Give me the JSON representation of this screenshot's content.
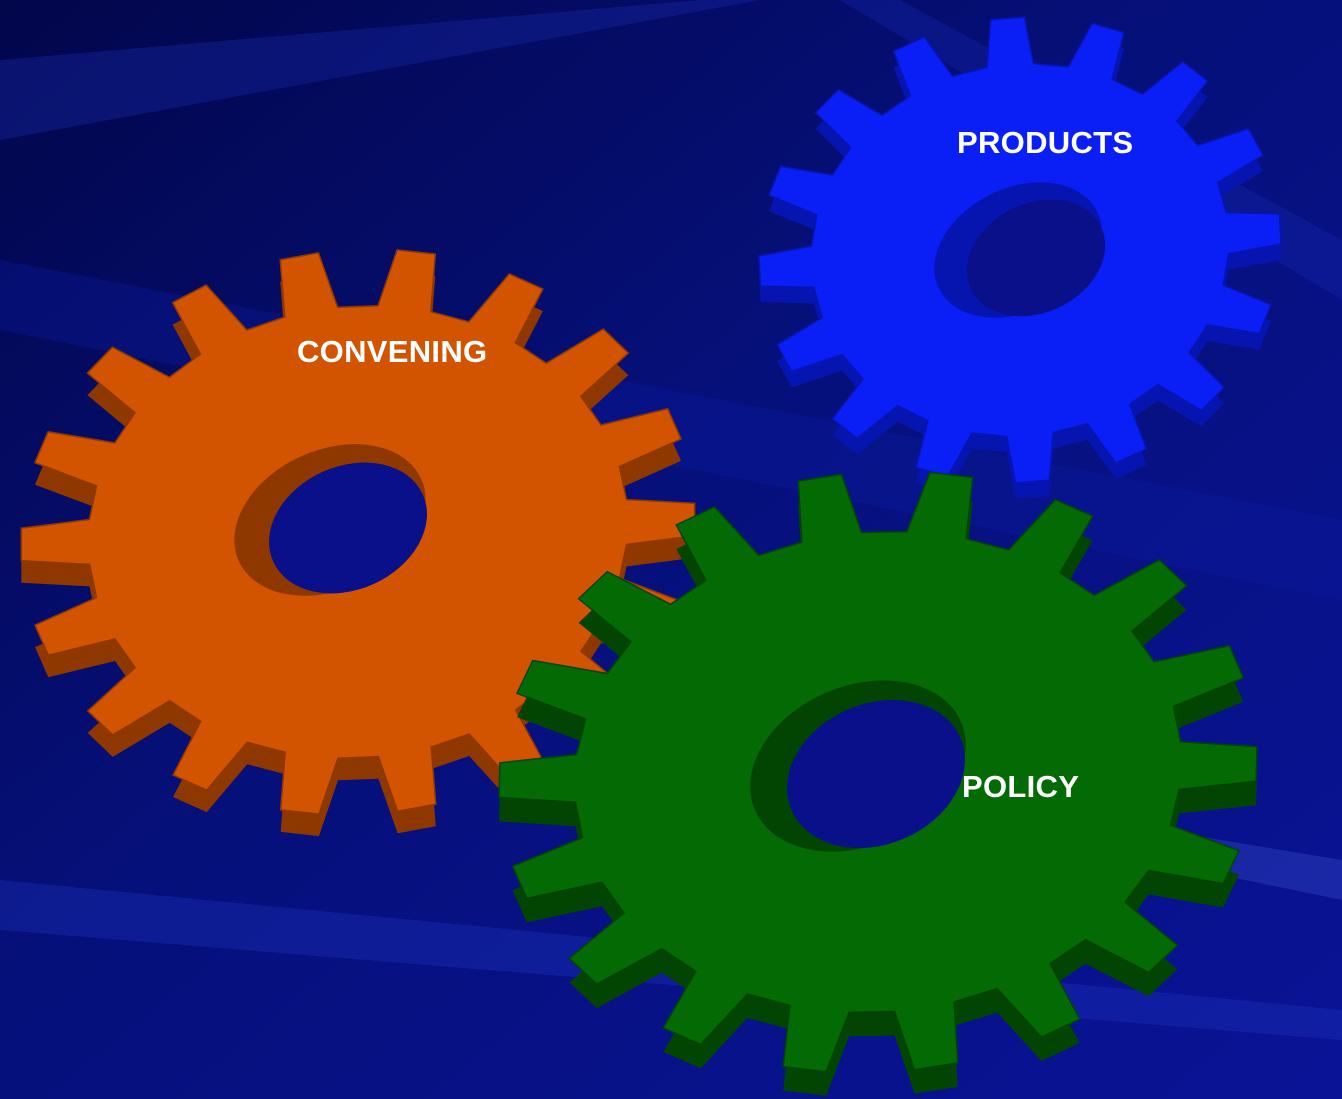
{
  "gears": [
    {
      "id": "products",
      "label": "PRODUCTS",
      "color": "#0a1ff5",
      "shade": "#0715b0"
    },
    {
      "id": "convening",
      "label": "CONVENING",
      "color": "#d35400",
      "shade": "#8e3800"
    },
    {
      "id": "policy",
      "label": "POLICY",
      "color": "#046a04",
      "shade": "#024402"
    }
  ],
  "colors": {
    "background": "#0a0f8a",
    "background_dark": "#03075a",
    "streak": "#1b2fb8"
  }
}
